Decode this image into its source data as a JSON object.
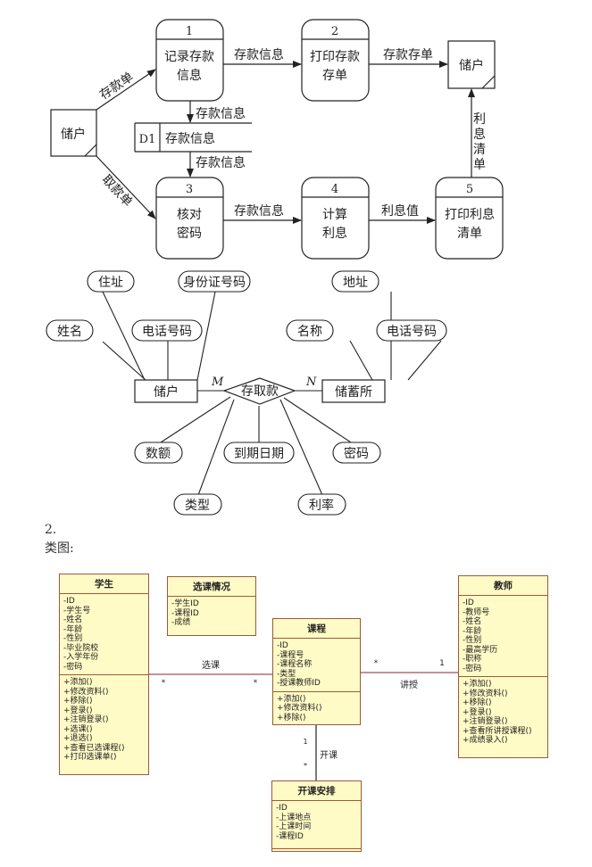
{
  "dfd": {
    "external_entities": [
      {
        "id": "ext-left",
        "label": "储户"
      },
      {
        "id": "ext-right",
        "label": "储户"
      }
    ],
    "processes": [
      {
        "num": "1",
        "line1": "记录存款",
        "line2": "信息"
      },
      {
        "num": "2",
        "line1": "打印存款",
        "line2": "存单"
      },
      {
        "num": "3",
        "line1": "核对",
        "line2": "密码"
      },
      {
        "num": "4",
        "line1": "计算",
        "line2": "利息"
      },
      {
        "num": "5",
        "line1": "打印利息",
        "line2": "清单"
      }
    ],
    "data_store": {
      "id": "D1",
      "label": "存款信息"
    },
    "flows": {
      "deposit_slip": "存款单",
      "withdraw_slip": "取款单",
      "p1_to_p2": "存款信息",
      "p2_to_ext": "存款存单",
      "p1_to_store": "存款信息",
      "store_to_p3": "存款信息",
      "p3_to_p4": "存款信息",
      "p4_to_p5": "利息值",
      "p5_to_ext": [
        "利",
        "息",
        "清",
        "单"
      ]
    }
  },
  "er": {
    "entities": {
      "depositor": "储户",
      "bank": "储蓄所"
    },
    "relationship": "存取款",
    "cardinality": {
      "left": "M",
      "right": "N"
    },
    "depositor_attrs": {
      "address": "住址",
      "id_number": "身份证号码",
      "name": "姓名",
      "phone": "电话号码"
    },
    "bank_attrs": {
      "address": "地址",
      "name": "名称",
      "phone": "电话号码"
    },
    "relationship_attrs": {
      "amount": "数额",
      "due_date": "到期日期",
      "password": "密码",
      "type": "类型",
      "rate": "利率"
    }
  },
  "section": {
    "number": "2.",
    "title": "类图:"
  },
  "class_diagram": {
    "classes": {
      "student": {
        "name": "学生",
        "attributes": [
          "-ID",
          "-学生号",
          "-姓名",
          "-年龄",
          "-性别",
          "-毕业院校",
          "-入学年份",
          "-密码"
        ],
        "methods": [
          "+添加()",
          "+修改资料()",
          "+移除()",
          "+登录()",
          "+注销登录()",
          "+选课()",
          "+退选()",
          "+查看已选课程()",
          "+打印选课单()"
        ]
      },
      "enrollment": {
        "name": "选课情况",
        "attributes": [
          "-学生ID",
          "-课程ID",
          "-成绩"
        ],
        "methods": []
      },
      "course": {
        "name": "课程",
        "attributes": [
          "-ID",
          "-课程号",
          "-课程名称",
          "-类型",
          "-授课教师ID"
        ],
        "methods": [
          "+添加()",
          "+修改资料()",
          "+移除()"
        ]
      },
      "teacher": {
        "name": "教师",
        "attributes": [
          "-ID",
          "-教师号",
          "-姓名",
          "-年龄",
          "-性别",
          "-最高学历",
          "-职称",
          "-密码"
        ],
        "methods": [
          "+添加()",
          "+修改资料()",
          "+移除()",
          "+登录()",
          "+注销登录()",
          "+查看所讲授课程()",
          "+成绩录入()"
        ]
      },
      "schedule": {
        "name": "开课安排",
        "attributes": [
          "-ID",
          "-上课地点",
          "-上课时间",
          "-课程ID"
        ],
        "methods": []
      }
    },
    "associations": {
      "select": {
        "label": "选课",
        "mult_left": "*",
        "mult_right": "*"
      },
      "teach": {
        "label": "讲授",
        "mult_left": "*",
        "mult_right": "1"
      },
      "offer": {
        "label": "开课",
        "mult_top": "1",
        "mult_bottom": "*"
      }
    },
    "colors": {
      "fill": "#fffbc6",
      "border": "#9b5a3c",
      "line": "#a05050"
    }
  }
}
